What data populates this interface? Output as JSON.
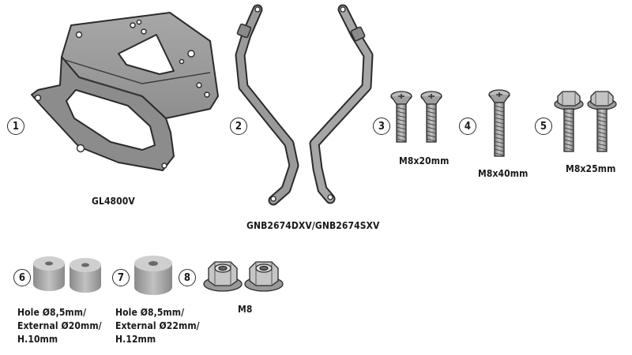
{
  "parts": [
    {
      "number": "1",
      "label": "GL4800V"
    },
    {
      "number": "2",
      "label": "GNB2674DXV/GNB2674SXV"
    },
    {
      "number": "3",
      "label": "M8x20mm"
    },
    {
      "number": "4",
      "label": "M8x40mm"
    },
    {
      "number": "5",
      "label": "M8x25mm"
    },
    {
      "number": "6",
      "label_lines": [
        "Hole Ø8,5mm/",
        "External Ø20mm/",
        "H.10mm"
      ]
    },
    {
      "number": "7",
      "label_lines": [
        "Hole Ø8,5mm/",
        "External Ø22mm/",
        "H.12mm"
      ]
    },
    {
      "number": "8",
      "label": "M8"
    }
  ]
}
